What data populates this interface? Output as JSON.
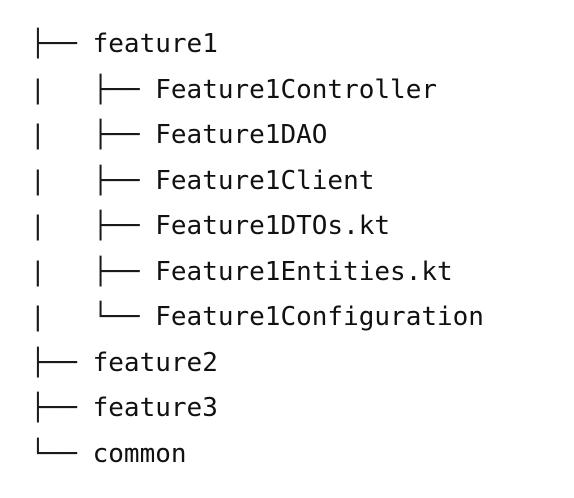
{
  "tree": {
    "lines": [
      {
        "prefix": "├── ",
        "name": "feature1"
      },
      {
        "prefix": "|   ├── ",
        "name": "Feature1Controller"
      },
      {
        "prefix": "|   ├── ",
        "name": "Feature1DAO"
      },
      {
        "prefix": "|   ├── ",
        "name": "Feature1Client"
      },
      {
        "prefix": "|   ├── ",
        "name": "Feature1DTOs.kt"
      },
      {
        "prefix": "|   ├── ",
        "name": "Feature1Entities.kt"
      },
      {
        "prefix": "|   └── ",
        "name": "Feature1Configuration"
      },
      {
        "prefix": "├── ",
        "name": "feature2"
      },
      {
        "prefix": "├── ",
        "name": "feature3"
      },
      {
        "prefix": "└── ",
        "name": "common"
      }
    ]
  }
}
